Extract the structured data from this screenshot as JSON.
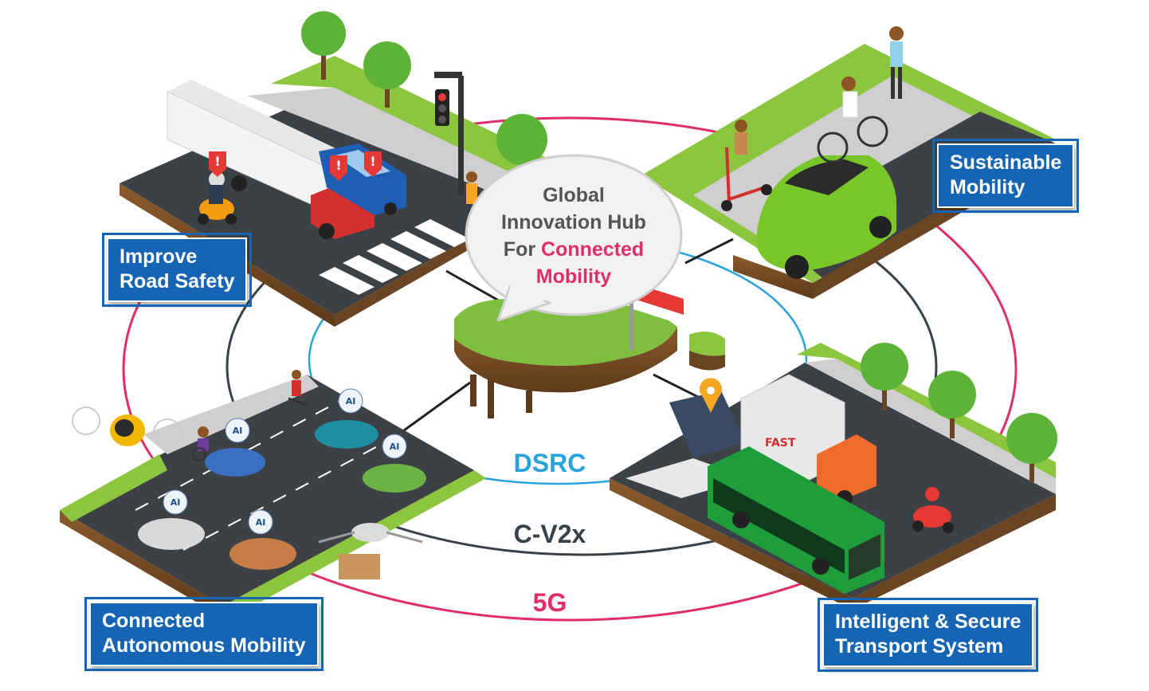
{
  "hub": {
    "line1": "Global",
    "line2": "Innovation Hub",
    "line3_prefix": "For ",
    "line3_accent": "Connected",
    "line4_accent": "Mobility"
  },
  "pillars": {
    "road_safety": [
      "Improve",
      "Road Safety"
    ],
    "sustainable": [
      "Sustainable",
      "Mobility"
    ],
    "autonomous": [
      "Connected",
      "Autonomous Mobility"
    ],
    "transport": [
      "Intelligent & Secure",
      "Transport System"
    ]
  },
  "protocols": {
    "dsrc": "DSRC",
    "cv2x": "C-V2x",
    "fiveg": "5G"
  },
  "truck_brand": "FAST",
  "icon_text": {
    "ai": "AI"
  },
  "colors": {
    "label_bg": "#1565b4",
    "accent_pink": "#e02e67",
    "dsrc_blue": "#29a3dc",
    "cv2x_dark": "#3a4148",
    "grass": "#8cc63f",
    "road": "#3d4146"
  }
}
